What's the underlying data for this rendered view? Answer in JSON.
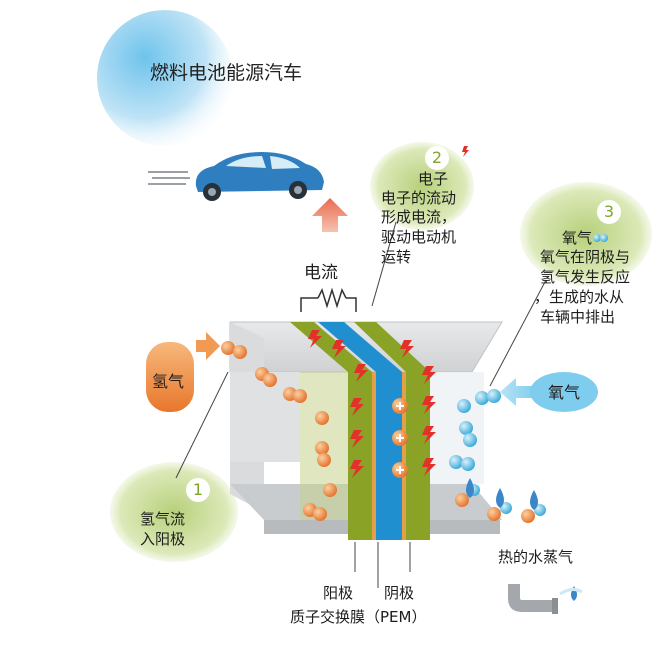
{
  "title": "燃料电池能源汽车",
  "current_label": "电流",
  "step1": {
    "number": "1",
    "lines": [
      "氢气流",
      "入阳极"
    ]
  },
  "step2": {
    "number": "2",
    "heading": "电子",
    "lines": [
      "电子的流动",
      "形成电流，",
      "驱动电动机",
      "运转"
    ]
  },
  "step3": {
    "number": "3",
    "heading": "氧气",
    "lines": [
      "氧气在阴极与",
      "氢气发生反应",
      "，生成的水从",
      "车辆中排出"
    ]
  },
  "hydrogen_label": "氢气",
  "oxygen_label": "氧气",
  "steam_label": "热的水蒸气",
  "anode_label": "阳极",
  "cathode_label": "阴极",
  "pem_label": "质子交换膜（PEM）",
  "colors": {
    "pem": "#1f8fd0",
    "electrode": "#8aa326",
    "hydrogen": "#f0882e",
    "oxygen": "#4bb4dc",
    "step_circle": "#c6db8c",
    "car": "#2f7fc0"
  },
  "icons": [
    "car-icon",
    "electron-bolt-icon",
    "up-arrow-icon",
    "proton-plus-icon",
    "water-drop-icon",
    "exhaust-pipe-icon"
  ]
}
